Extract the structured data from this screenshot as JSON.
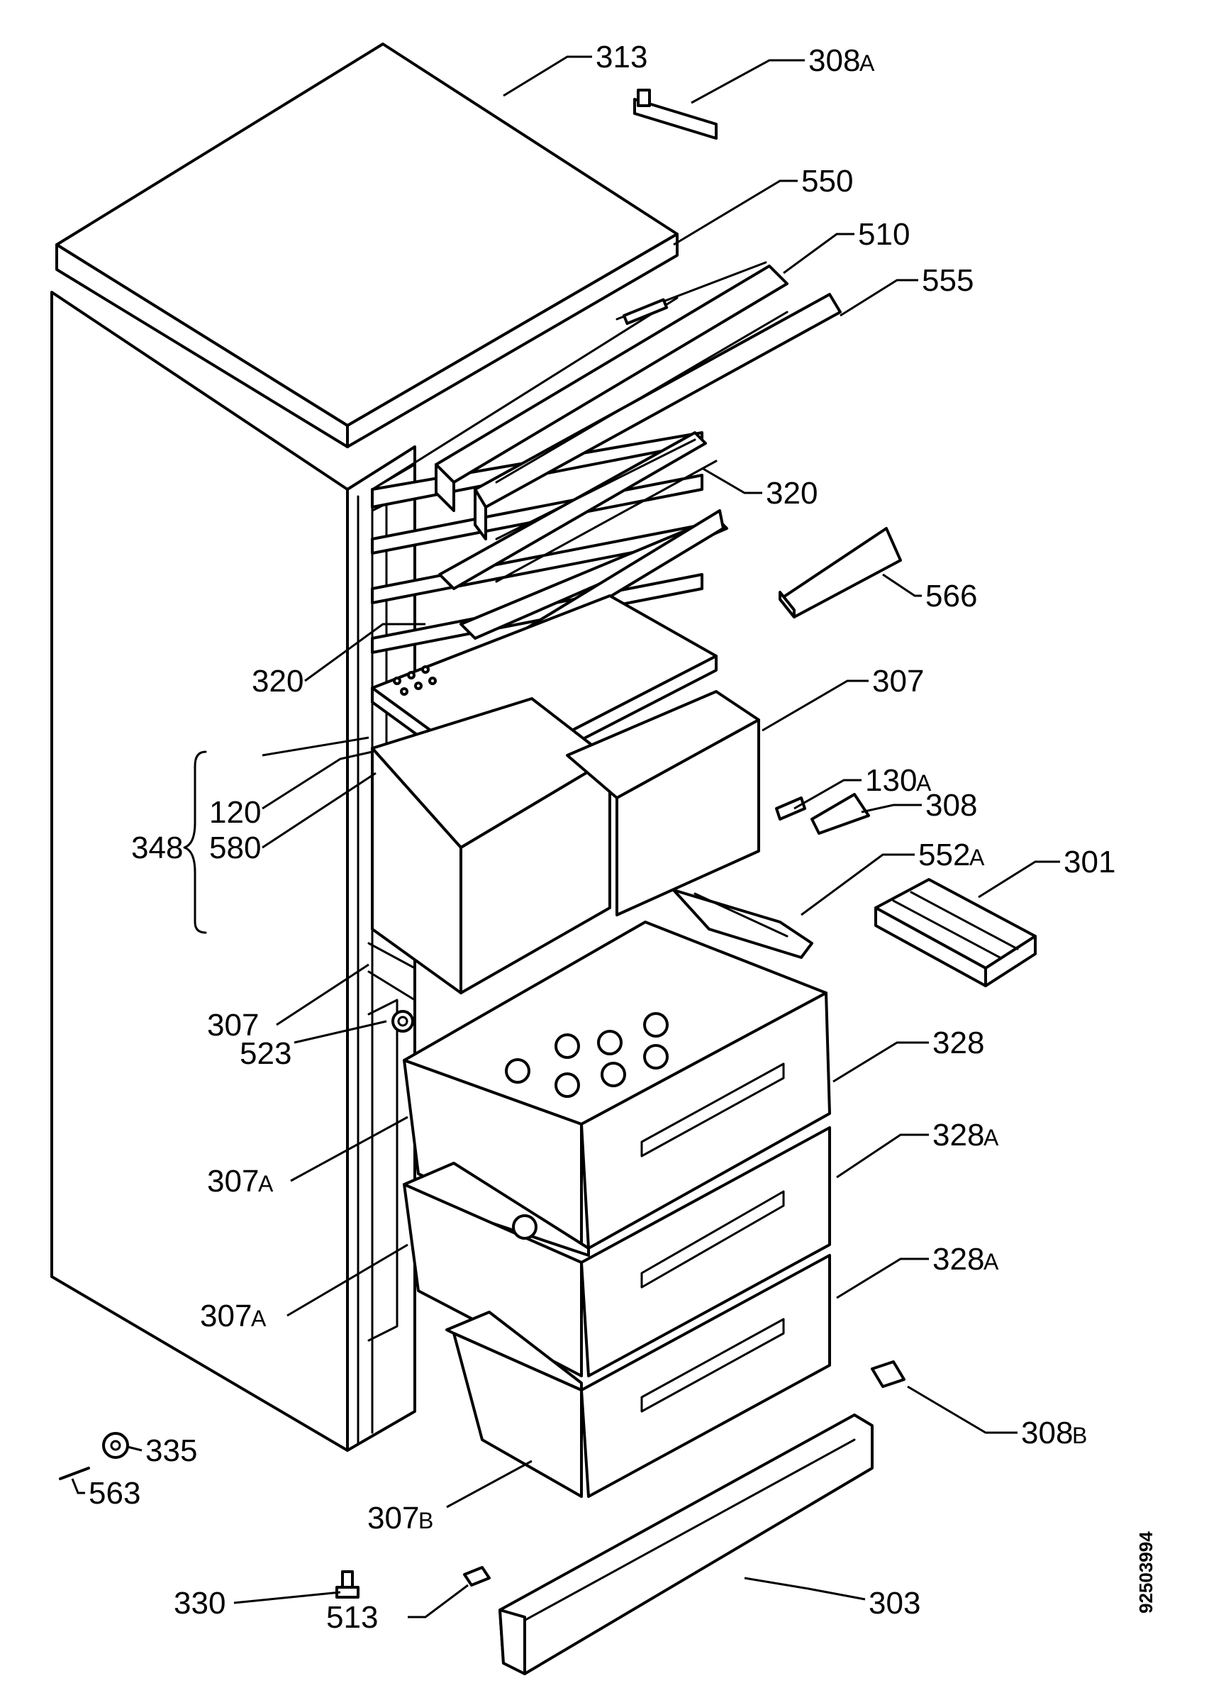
{
  "callouts": {
    "c313": "313",
    "c308a": "308",
    "c308a_suffix": "A",
    "c550": "550",
    "c510": "510",
    "c555": "555",
    "c320_top": "320",
    "c566": "566",
    "c320_left": "320",
    "c307_top": "307",
    "c130a": "130",
    "c130a_suffix": "A",
    "c120": "120",
    "c308": "308",
    "c348": "348",
    "c580": "580",
    "c552a": "552",
    "c552a_suffix": "A",
    "c301": "301",
    "c307_left": "307",
    "c523": "523",
    "c328": "328",
    "c307a_1": "307",
    "c307a_1_suffix": "A",
    "c328a_1": "328",
    "c328a_1_suffix": "A",
    "c307a_2": "307",
    "c307a_2_suffix": "A",
    "c328a_2": "328",
    "c328a_2_suffix": "A",
    "c335": "335",
    "c308b": "308",
    "c308b_suffix": "B",
    "c563": "563",
    "c307b": "307",
    "c307b_suffix": "B",
    "c330": "330",
    "c303": "303",
    "c513": "513"
  },
  "document_id": "92503994"
}
